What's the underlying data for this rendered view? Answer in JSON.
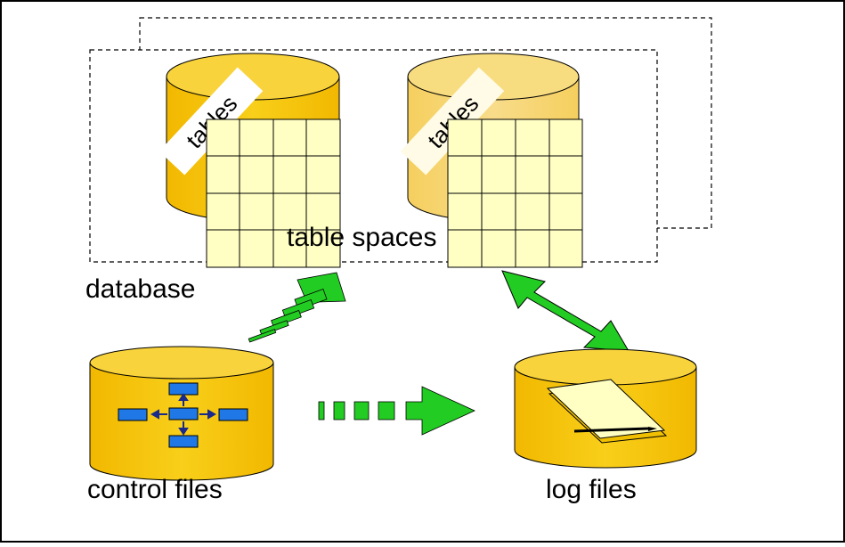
{
  "labels": {
    "database": "database",
    "table_spaces": "table spaces",
    "tables_left": "tables",
    "tables_right": "tables",
    "control_files": "control files",
    "log_files": "log files"
  },
  "colors": {
    "cylinder_fill": "#f5c400",
    "cylinder_top": "#f8d23c",
    "cylinder_faded_fill": "#f7d468",
    "grid_fill": "#ffffc4",
    "arrow_green": "#22cc22",
    "box_blue": "#1f78e6",
    "border": "#000000"
  },
  "icons": {
    "control_files": "flowchart-icon",
    "log_files": "notepad-pencil-icon"
  }
}
